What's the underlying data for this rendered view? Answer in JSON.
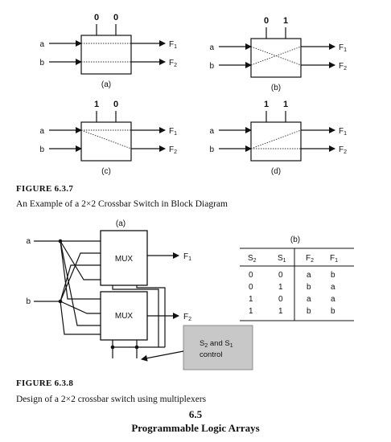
{
  "fig637": {
    "panels": [
      {
        "label": "(a)",
        "sel1": "0",
        "sel2": "0"
      },
      {
        "label": "(b)",
        "sel1": "0",
        "sel2": "1"
      },
      {
        "label": "(c)",
        "sel1": "1",
        "sel2": "0"
      },
      {
        "label": "(d)",
        "sel1": "1",
        "sel2": "1"
      }
    ],
    "in_a": "a",
    "in_b": "b",
    "out_f": "F",
    "sub1": "1",
    "sub2": "2",
    "caption_title": "FIGURE 6.3.7",
    "caption_text": "An Example of a 2×2 Crossbar Switch in Block Diagram"
  },
  "fig638": {
    "panel_a_label": "(a)",
    "panel_b_label": "(b)",
    "mux_label": "MUX",
    "in_a": "a",
    "in_b": "b",
    "out_f": "F",
    "sub1": "1",
    "sub2": "2",
    "control_line1_S": "S",
    "control_line1_mid": " and S",
    "control_line2": "control",
    "table": {
      "headers": [
        {
          "main": "S",
          "sub": "2"
        },
        {
          "main": "S",
          "sub": "1"
        },
        {
          "main": "F",
          "sub": "2"
        },
        {
          "main": "F",
          "sub": "1"
        }
      ],
      "rows": [
        [
          "0",
          "0",
          "a",
          "b"
        ],
        [
          "0",
          "1",
          "b",
          "a"
        ],
        [
          "1",
          "0",
          "a",
          "a"
        ],
        [
          "1",
          "1",
          "b",
          "b"
        ]
      ]
    },
    "caption_title": "FIGURE 6.3.8",
    "caption_text": "Design of a 2×2 crossbar switch using multiplexers"
  },
  "section": {
    "number": "6.5",
    "title": "Programmable Logic Arrays"
  }
}
